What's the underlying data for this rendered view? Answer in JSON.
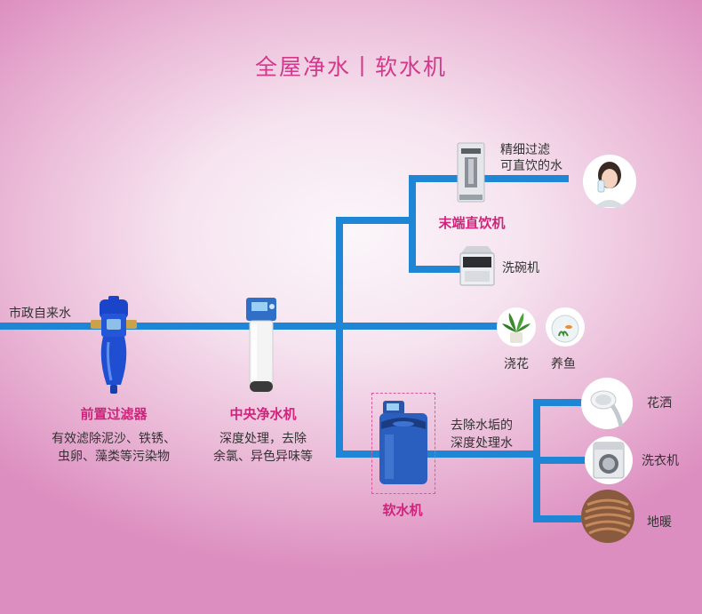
{
  "title": "全屋净水丨软水机",
  "source": {
    "label": "市政自来水"
  },
  "prefilter": {
    "name": "前置过滤器",
    "desc_line1": "有效滤除泥沙、铁锈、",
    "desc_line2": "虫卵、藻类等污染物"
  },
  "central": {
    "name": "中央净水机",
    "desc_line1": "深度处理，去除",
    "desc_line2": "余氯、异色异味等"
  },
  "softener": {
    "name": "软水机",
    "desc_line1": "去除水垢的",
    "desc_line2": "深度处理水"
  },
  "terminal": {
    "name": "末端直饮机",
    "desc_line1": "精细过滤",
    "desc_line2": "可直饮的水"
  },
  "outlets": {
    "dishwasher": "洗碗机",
    "flowers": "浇花",
    "fish": "养鱼",
    "shower": "花洒",
    "washer": "洗衣机",
    "floor_heating": "地暖"
  },
  "colors": {
    "pipe": "#1f86d6",
    "title": "#d2398a",
    "accent": "#d0247c"
  }
}
